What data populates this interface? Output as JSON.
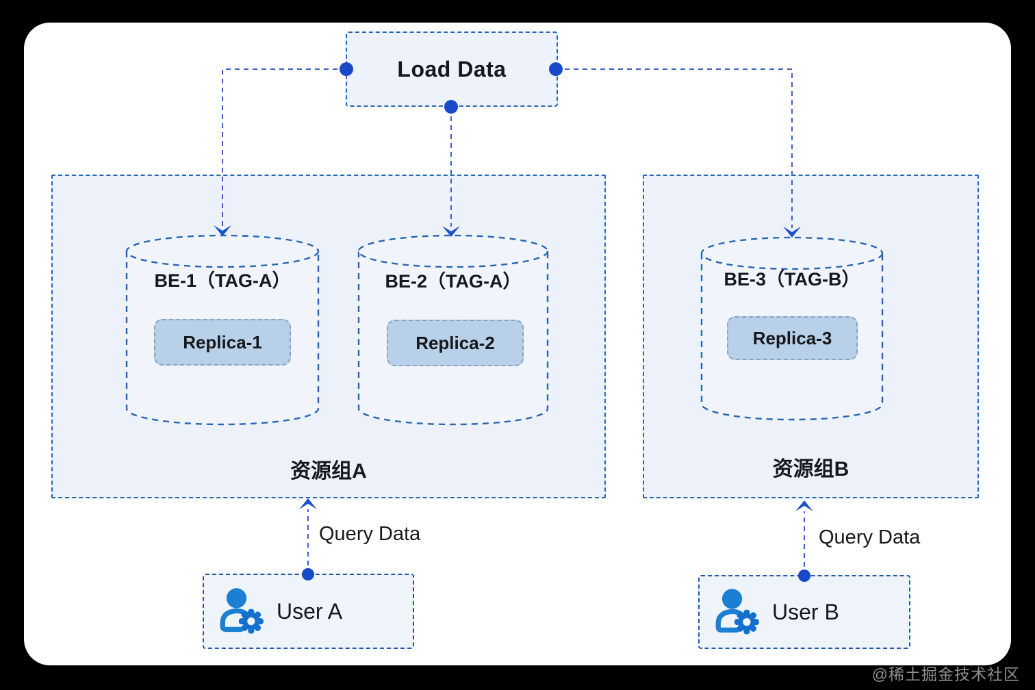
{
  "diagram": {
    "load_box": {
      "label": "Load Data"
    },
    "groups": {
      "a": {
        "label": "资源组A"
      },
      "b": {
        "label": "资源组B"
      }
    },
    "nodes": {
      "be1": {
        "title": "BE-1（TAG-A）",
        "replica": "Replica-1"
      },
      "be2": {
        "title": "BE-2（TAG-A）",
        "replica": "Replica-2"
      },
      "be3": {
        "title": "BE-3（TAG-B）",
        "replica": "Replica-3"
      }
    },
    "edges": {
      "query_a": "Query Data",
      "query_b": "Query Data"
    },
    "users": {
      "a": {
        "label": "User A"
      },
      "b": {
        "label": "User B"
      }
    },
    "colors": {
      "background": "#000000",
      "card": "#ffffff",
      "box_border": "#2766b4",
      "group_fill": "#edf2fa",
      "node_fill": "#f1f5fb",
      "connector": "#3a5fc0",
      "dot": "#1849c6",
      "arrowhead": "#1d52c8",
      "replica_fill": "#b8d0e8",
      "replica_border": "#86a2c4",
      "user_icon_blue": "#1b7fd4",
      "gear_blue": "#1470cc",
      "text": "#15181d",
      "watermark_gray": "#8f8f93"
    }
  },
  "page": {
    "watermark": "@稀土掘金技术社区"
  }
}
